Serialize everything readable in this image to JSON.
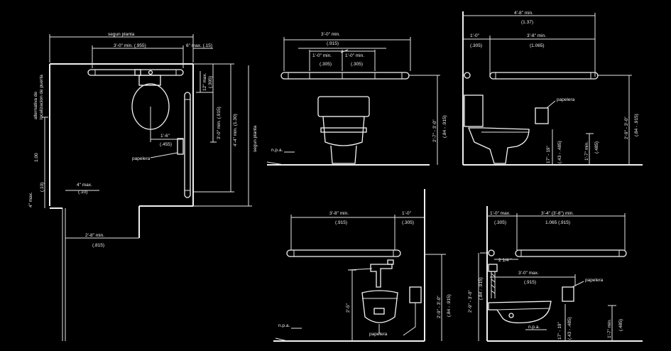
{
  "plan": {
    "top_label": "segun planta",
    "dim_min": "3'-0\" min. (.955)",
    "dim_6": "6\" max. (.15)",
    "side_label_1": "alternativa de",
    "side_label_2": "localizacion de puerta",
    "dim_12": "12\" max.",
    "dim_12b": "(.305)",
    "dim_30": "3'-0\" min. (.915)",
    "dim_44": "4'-4\" min. (1.30)",
    "right_label": "segun planta",
    "dim_16": "1'-6\"",
    "dim_16b": "(.455)",
    "papelera": "papelera",
    "dim_100": "1.00",
    "dim_4max": "4\" max.",
    "dim_4maxb": "(.10)",
    "dim_4": "4\" max.",
    "dim_4b": "(.10)",
    "dim_25": "2'-8\" min.",
    "dim_25b": "(.815)"
  },
  "elev1": {
    "dim_top": "3'-0\" min.",
    "dim_topb": "(.915)",
    "dim_a": "1'-0\" min.",
    "dim_ab": "(.305)",
    "dim_b": "1'-0\" min.",
    "dim_bb": "(.305)",
    "dim_right": "2'-7\" - 3'-0\"",
    "dim_rightb": "(.84 - .915)",
    "npa": "n.p.a."
  },
  "elev2": {
    "dim_top": "4'-8\" min.",
    "dim_topb": "(1.37)",
    "dim_a": "1'-0\"",
    "dim_ab": "(.305)",
    "dim_b": "3'-8\" min.",
    "dim_bb": "(1.065)",
    "papelera": "papelera",
    "dim_17": "17\" - 19\"",
    "dim_17b": "(.43 - .485)",
    "dim_h": "1'-7\" min.",
    "dim_hb": "(.485)",
    "dim_right": "2'-9\" - 3'-0\"",
    "dim_rightb": "(.84 - .915)"
  },
  "elev3": {
    "dim_a": "3'-8\" min.",
    "dim_ab": "(.915)",
    "dim_b": "1'-0\"",
    "dim_bb": "(.305)",
    "dim_25": "2'-5\"",
    "dim_right": "2'-9\" - 3'-0\"",
    "dim_rightb": "(.84 - .915)",
    "npa": "n.p.a.",
    "papelera": "papelera"
  },
  "elev4": {
    "dim_a": "1'-0\" max.",
    "dim_ab": "(.305)",
    "dim_b": "3'-4\" (3'-8\") min.",
    "dim_bb": "1.065 (.915)",
    "dim_214": "2 1/4 \"",
    "dim_30": "3'-0\" max.",
    "dim_30b": "(.915)",
    "papelera": "papelera",
    "dim_left": "2'-9\" - 3'-0\"",
    "dim_leftb": "(.84 - .915)",
    "npa": "n.p.a.",
    "dim_17": "17\" - 19\"",
    "dim_17b": "(.43 - .485)",
    "dim_h": "1'-7\" min.",
    "dim_hb": "(.485)"
  }
}
